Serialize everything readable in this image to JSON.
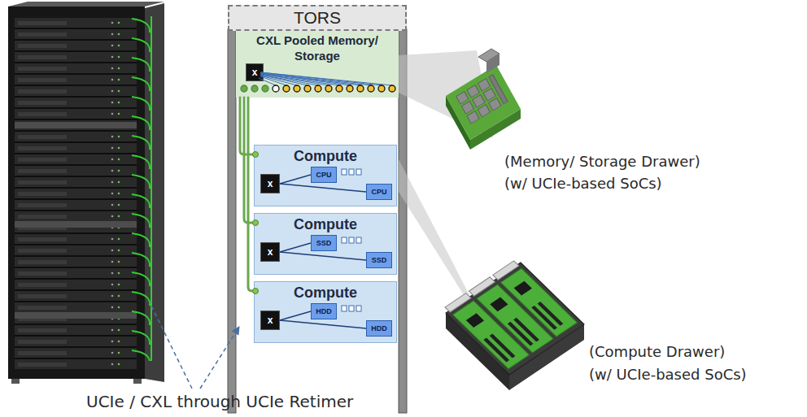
{
  "diagram": {
    "nodes": [
      {
        "text": [
          "TORS"
        ]
      },
      {
        "text": [
          "CXL Pooled Memory/ Storage"
        ]
      },
      {
        "text": [
          "x"
        ],
        "in": 1
      },
      {
        "text": [
          "Compute"
        ]
      },
      {
        "text": [
          "x"
        ],
        "in": 3
      },
      {
        "text": [
          "CPU"
        ],
        "in": 3
      },
      {
        "text": [
          "CPU"
        ],
        "in": 3
      },
      {
        "text": [
          "Compute"
        ]
      },
      {
        "text": [
          "x"
        ],
        "in": 7
      },
      {
        "text": [
          "SSD"
        ],
        "in": 7
      },
      {
        "text": [
          "SSD"
        ],
        "in": 7
      },
      {
        "text": [
          "Compute"
        ]
      },
      {
        "text": [
          "x"
        ],
        "in": 11
      },
      {
        "text": [
          "HDD"
        ],
        "in": 11
      },
      {
        "text": [
          "HDD"
        ],
        "in": 11
      }
    ],
    "edges": [
      {
        "from": 1,
        "to": 3,
        "arrow": "none"
      },
      {
        "from": 1,
        "to": 7,
        "arrow": "none"
      },
      {
        "from": 1,
        "to": 11,
        "arrow": "none"
      },
      {
        "from": 4,
        "to": 5,
        "arrow": "none"
      },
      {
        "from": 4,
        "to": 6,
        "arrow": "none"
      },
      {
        "from": 8,
        "to": 9,
        "arrow": "none"
      },
      {
        "from": 8,
        "to": 10,
        "arrow": "none"
      },
      {
        "from": 12,
        "to": 13,
        "arrow": "none"
      },
      {
        "from": 12,
        "to": 14,
        "arrow": "none"
      }
    ],
    "labels": [
      "(Memory/ Storage Drawer)",
      "(w/ UCIe-based SoCs)",
      "(Compute Drawer)",
      "(w/ UCIe-based SoCs)",
      "UCIe / CXL through UCIe Retimer"
    ]
  }
}
